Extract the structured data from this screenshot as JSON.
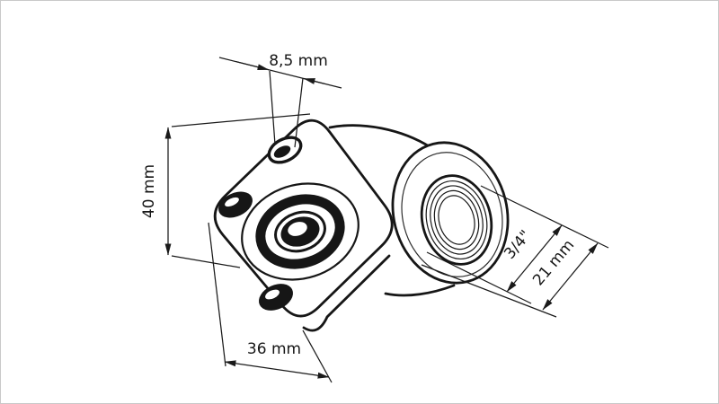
{
  "canvas": {
    "background": "#ffffff",
    "frame_color": "#c9c9c9",
    "line_color": "#161616",
    "dimension_color": "#1a1a1a"
  },
  "dimensions": {
    "hole_diameter": "8,5 mm",
    "flange_height": "40 mm",
    "thread_size": "3/4\"",
    "bore_diameter": "21 mm",
    "hole_spacing": "36 mm"
  }
}
